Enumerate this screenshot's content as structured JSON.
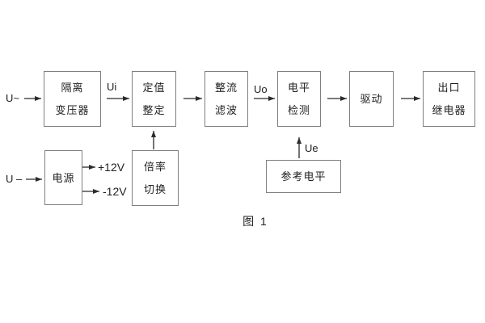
{
  "figure": {
    "caption": "图 1"
  },
  "colors": {
    "background": "#ffffff",
    "box_border": "#7f7f7f",
    "line": "#2b2b2b",
    "text": "#1f1f1f"
  },
  "diagram": {
    "blocks": [
      {
        "id": "isolation-transformer",
        "lines": [
          "隔离",
          "变压器"
        ]
      },
      {
        "id": "setpoint-adjust",
        "lines": [
          "定值",
          "整定"
        ]
      },
      {
        "id": "rectifier-filter",
        "lines": [
          "整流",
          "滤波"
        ]
      },
      {
        "id": "level-detect",
        "lines": [
          "电平",
          "检测"
        ]
      },
      {
        "id": "drive",
        "lines": [
          "驱动"
        ]
      },
      {
        "id": "output-relay",
        "lines": [
          "出口",
          "继电器"
        ]
      },
      {
        "id": "power-supply",
        "lines": [
          "电源"
        ]
      },
      {
        "id": "ratio-switch",
        "lines": [
          "倍率",
          "切换"
        ]
      },
      {
        "id": "reference-level",
        "lines": [
          "参考电平"
        ]
      }
    ],
    "signals": {
      "input_ac": "U~",
      "input_dc": "U –",
      "ui": "Ui",
      "uo": "Uo",
      "ue": "Ue",
      "rail_pos": "+12V",
      "rail_neg": "-12V"
    }
  }
}
